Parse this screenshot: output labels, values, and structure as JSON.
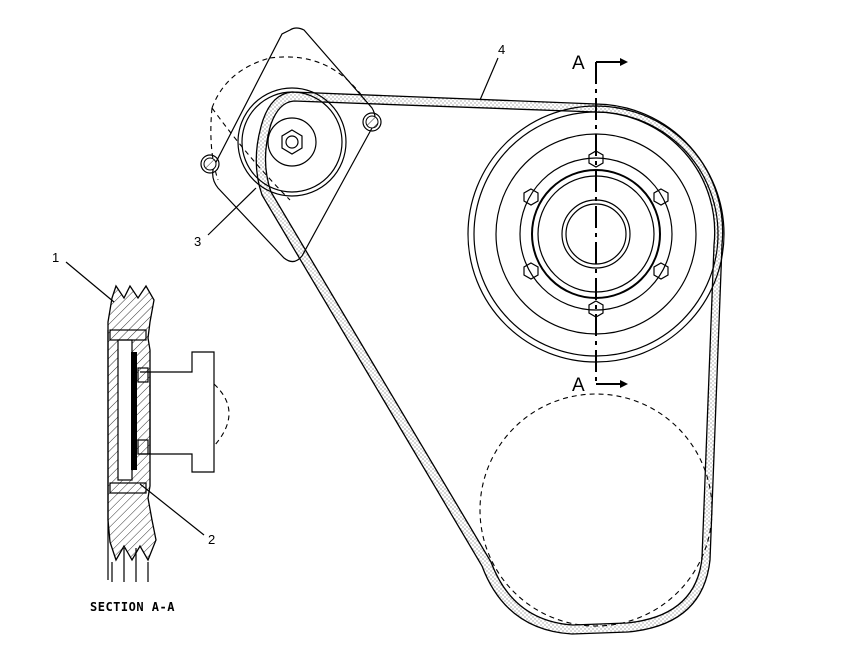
{
  "diagram": {
    "callouts": {
      "c1": "1",
      "c2": "2",
      "c3": "3",
      "c4": "4"
    },
    "section_marks": {
      "top": "A",
      "bottom": "A"
    },
    "caption": "SECTION A-A"
  },
  "colors": {
    "line": "#000000",
    "belt_fill": "#e4e4e4",
    "background": "#ffffff"
  }
}
